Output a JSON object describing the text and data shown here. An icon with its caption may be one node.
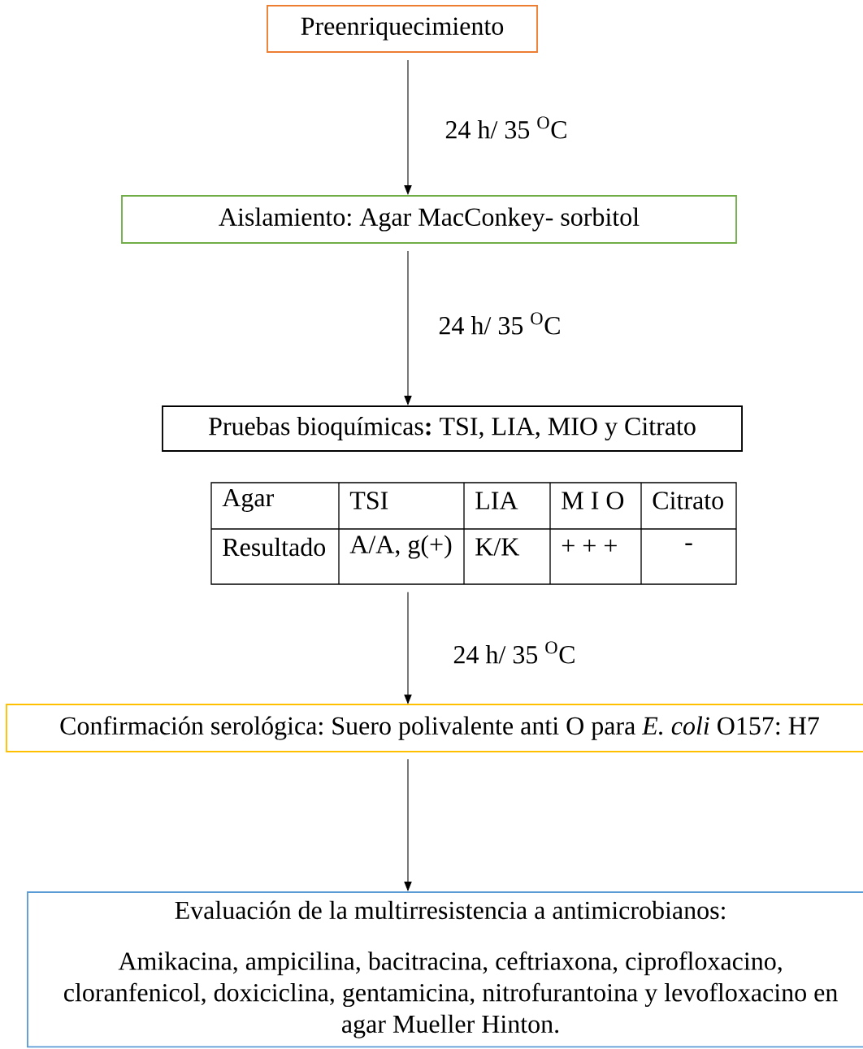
{
  "diagram": {
    "nodes": [
      {
        "text": [
          "Preenriquecimiento"
        ]
      },
      {
        "text": [
          "Aislamiento: Agar MacConkey- sorbitol"
        ]
      },
      {
        "text": [
          "Pruebas bioquímicas**:** TSI, LIA, MIO y Citrato"
        ]
      },
      {
        "text": [
          "Agar",
          "TSI",
          "LIA",
          "M I O",
          "Citrato",
          "Resultado",
          "A/A, g(+)",
          "K/K",
          "+ + +",
          "-"
        ]
      },
      {
        "text": [
          "Confirmación serológica: Suero polivalente anti O para *E. coli* O157: H7"
        ]
      },
      {
        "text": [
          "Evaluación de la multirresistencia a antimicrobianos:",
          "Amikacina, ampicilina, bacitracina, ceftriaxona, ciprofloxacino, cloranfenicol, doxiciclina, gentamicina, nitrofurantoina y levofloxacino en agar Mueller Hinton."
        ]
      }
    ],
    "edges": [
      {
        "from": 0,
        "to": 1,
        "arrow": "to",
        "label": "24 h/ 35 $^{O}$C"
      },
      {
        "from": 1,
        "to": 2,
        "arrow": "to",
        "label": "24 h/ 35 $^{O}$C"
      },
      {
        "from": 3,
        "to": 4,
        "arrow": "to",
        "label": "24 h/ 35 $^{O}$C"
      },
      {
        "from": 4,
        "to": 5,
        "arrow": "to"
      }
    ]
  }
}
